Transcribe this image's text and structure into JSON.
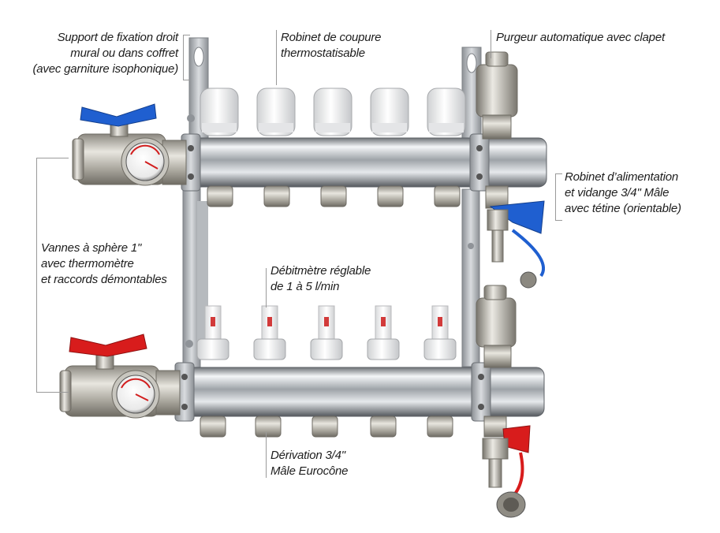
{
  "labels": {
    "support": [
      "Support de fixation droit",
      "mural ou dans coffret",
      "(avec garniture isophonique)"
    ],
    "robinet_coupure": [
      "Robinet de coupure",
      "thermostatisable"
    ],
    "purgeur": [
      "Purgeur automatique avec clapet"
    ],
    "robinet_alimentation": [
      "Robinet d’alimentation",
      "et vidange 3/4\" Mâle",
      "avec tétine (orientable)"
    ],
    "vannes": [
      "Vannes à sphère 1\"",
      "avec thermomètre",
      "et raccords démontables"
    ],
    "debitmetre": [
      "Débitmètre réglable",
      "de 1 à 5 l/min"
    ],
    "derivation": [
      "Dérivation 3/4\"",
      "Mâle Eurocône"
    ]
  },
  "colors": {
    "valve_handle_top": "#1f5fd0",
    "valve_handle_bottom": "#d81c1c",
    "chrome": "#c9cdd2",
    "brass_nickel": "#b9b6ae",
    "cap_white": "#f2f2f2",
    "bracket": "#a9adb2"
  }
}
